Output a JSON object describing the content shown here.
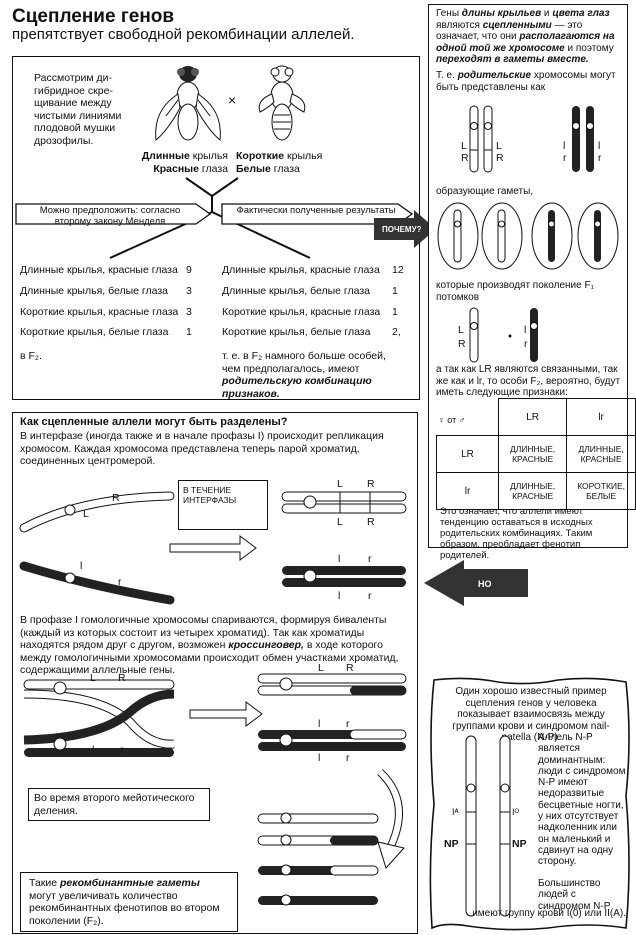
{
  "header": {
    "title": "Сцепление генов",
    "subtitle": "препятствует свободной рекомбинации аллелей."
  },
  "cross": {
    "intro": "Рассмотрим ди-гибридное скре-щивание между чистыми линиями плодовой мушки дрозофилы.",
    "cross_sign": "×",
    "parent1_line1_bold": "Длинные",
    "parent1_line1_rest": " крылья",
    "parent1_line2_bold": "Красные",
    "parent1_line2_rest": " глаза",
    "parent2_line1_bold": "Короткие",
    "parent2_line1_rest": " крылья",
    "parent2_line2_bold": "Белые",
    "parent2_line2_rest": " глаза",
    "expected_header": "Можно предположить: согласно второму закону Менделя",
    "actual_header": "Фактически полученные результаты",
    "arrow_label": "ПОЧЕМУ?",
    "expected_rows": [
      {
        "label": "Длинные крылья, красные глаза",
        "value": "9"
      },
      {
        "label": "Длинные крылья, белые глаза",
        "value": "3"
      },
      {
        "label": "Короткие крылья, красные глаза",
        "value": "3"
      },
      {
        "label": "Короткие крылья, белые глаза",
        "value": "1"
      }
    ],
    "actual_rows": [
      {
        "label": "Длинные крылья, красные глаза",
        "value": "12"
      },
      {
        "label": "Длинные крылья, белые глаза",
        "value": "1"
      },
      {
        "label": "Короткие крылья, красные глаза",
        "value": "1"
      },
      {
        "label": "Короткие крылья, белые глаза",
        "value": "2,"
      }
    ],
    "expected_note": "в F₂.",
    "actual_note_1": "т. е. в F₂ намного больше особей, чем предполагалось, имеют ",
    "actual_note_2": "родительскую комбинацию признаков."
  },
  "right_panel": {
    "intro_1": "Гены ",
    "intro_2": "длины крыльев",
    "intro_3": " и ",
    "intro_4": "цвета глаз",
    "intro_5": " являются ",
    "intro_6": "сцепленными",
    "intro_7": " — это означает, что они ",
    "intro_8": "располагаются на одной той же хромосоме",
    "intro_9": " и поэтому ",
    "intro_10": "переходят в гаметы вместе.",
    "parental_1": "Т. е. ",
    "parental_2": "родительские",
    "parental_3": " хромосомы могут быть представлены как",
    "gametes_text": "образующие гаметы,",
    "progeny_text": "которые производят поколение F₁ потомков",
    "since_text": "а так как LR являются связанными, так же как и lr, то особи F₂, вероятно, будут иметь следующие признаки:",
    "grid_from": "от",
    "grid_col1": "LR",
    "grid_col2": "lr",
    "grid_row1": "LR",
    "grid_row2": "lr",
    "cell_11": "ДЛИННЫЕ, КРАСНЫЕ",
    "cell_12": "ДЛИННЫЕ, КРАСНЫЕ",
    "cell_21": "ДЛИННЫЕ, КРАСНЫЕ",
    "cell_22": "КОРОТКИЕ, БЕЛЫЕ",
    "conclusion": "Это означает, что аллели имеют тенденцию оставаться в исходных родительских комбинациях. Таким образом, преобладает фенотип родителей.",
    "arrow_label": "НО"
  },
  "separation": {
    "title": "Как сцепленные аллели могут быть разделены?",
    "para1": "В интерфазе (иногда также и в начале профазы I) происходит репликация хромосом. Каждая хромосома представлена теперь парой хроматид, соединенных центромерой.",
    "interphase_label": "В ТЕЧЕНИЕ ИНТЕРФАЗЫ",
    "para2_1": "В профазе I гомологичные хромосомы спариваются, формируя биваленты (каждый из которых состоит из четырех хроматид). Так как хроматиды находятся рядом друг с другом, возможен ",
    "para2_2": "кроссинговер,",
    "para2_3": " в ходе которого между гомологичными хромосомами происходит обмен участками хроматид, содержащими аллельные гены.",
    "meiosis2_text": "Во время второго мейотического деления.",
    "final_1": "Такие ",
    "final_2": "рекомбинантные гаметы",
    "final_3": " могут увеличивать количество рекомбинантных фенотипов во втором поколении (F₂)."
  },
  "human_example": {
    "intro": "Один хорошо известный пример сцепления генов у человека показывает взаимосвязь между группами крови и синдромом nail-patella (N-P).",
    "allele_text": "Аллель N-P является доминантным: люди с синдромом N-P имеют недоразвитые бесцветные ногти, у них отсутствует надколенник или он маленький и сдвинут на одну сторону.",
    "majority_text": "Большинство людей с синдромом N-P",
    "blood_text": "имеют группу крови I(0) или II(A).",
    "label_ia": "Iᴬ",
    "label_io": "Iᴼ",
    "label_np": "NP"
  },
  "alleles": {
    "L": "L",
    "R": "R",
    "l": "l",
    "r": "r"
  },
  "colors": {
    "ink": "#111111",
    "dark_chrom": "#1a1a1a",
    "arrow_fill": "#333333"
  }
}
